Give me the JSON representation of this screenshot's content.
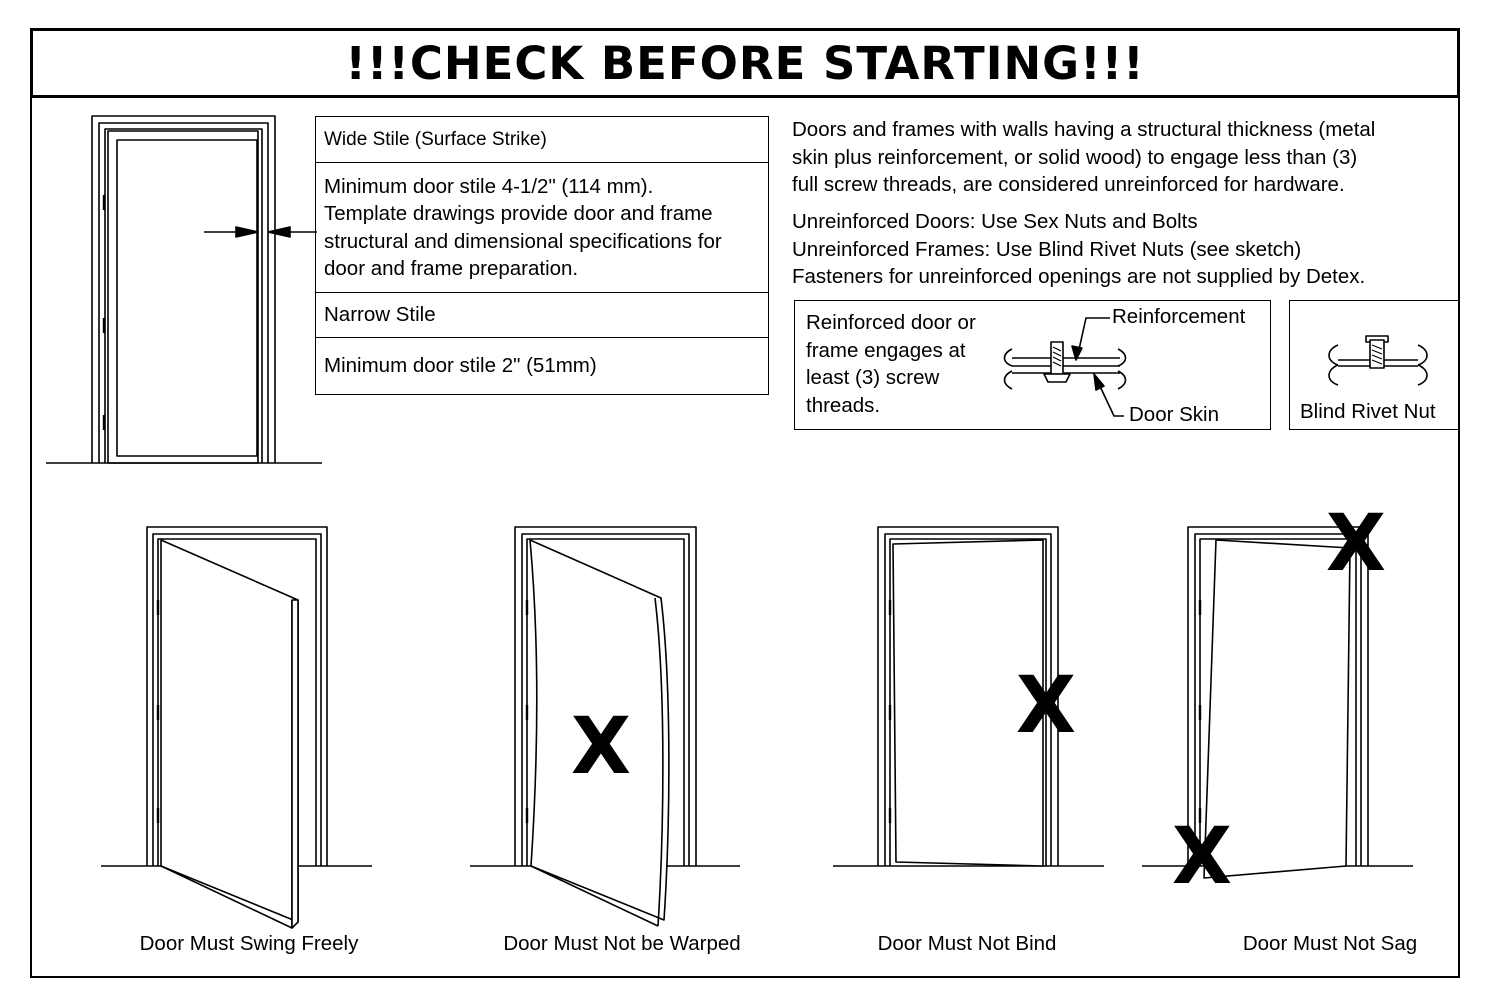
{
  "title": "!!!CHECK BEFORE STARTING!!!",
  "stile_table": {
    "wide_heading": "Wide Stile (Surface Strike)",
    "wide_lines": [
      "Minimum door stile 4-1/2\" (114 mm).",
      "Template drawings provide door and frame",
      "structural and dimensional specifications for",
      "door and frame preparation."
    ],
    "narrow_heading": "Narrow Stile",
    "narrow_text": "Minimum door stile 2\" (51mm)"
  },
  "notes": {
    "paragraph_lines": [
      "Doors and frames with walls having a structural thickness (metal",
      "skin plus reinforcement, or solid wood) to engage less than (3)",
      "full screw threads, are considered unreinforced for hardware."
    ],
    "fastener_lines": [
      "Unreinforced Doors: Use Sex Nuts and Bolts",
      "Unreinforced Frames: Use Blind Rivet Nuts (see sketch)",
      "Fasteners for unreinforced openings are not supplied by Detex."
    ]
  },
  "reinforced_box": {
    "lines": [
      "Reinforced door or",
      "frame engages at",
      "least (3) screw",
      "threads."
    ],
    "label_reinforcement": "Reinforcement",
    "label_door_skin": "Door Skin"
  },
  "rivet_box": {
    "label": "Blind Rivet Nut"
  },
  "captions": [
    "Door Must Swing Freely",
    "Door Must Not be Warped",
    "Door Must Not Bind",
    "Door Must Not Sag"
  ],
  "marks": {
    "x": "X"
  }
}
